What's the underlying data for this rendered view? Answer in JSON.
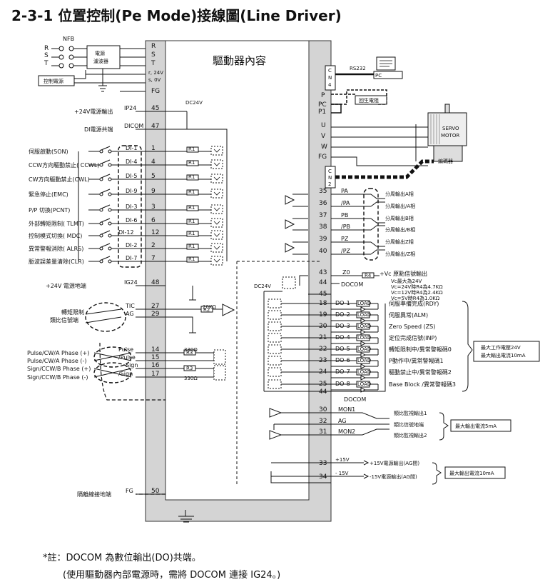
{
  "page_title": "2-3-1 位置控制(Pe Mode)接線圖(Line Driver)",
  "driver_label": "驅動器內容",
  "power": {
    "nfb": "NFB",
    "phases": [
      "R",
      "S",
      "T"
    ],
    "filter": [
      "電源",
      "濾波器"
    ],
    "control_power": "控制電源",
    "terminals": [
      "R",
      "S",
      "T",
      "r, 24V",
      "s, 0V",
      "FG"
    ]
  },
  "left_pins": [
    {
      "pin": "45",
      "signal": "IP24",
      "label": "+24V電源輸出"
    },
    {
      "pin": "47",
      "signal": "DICOM",
      "label": "DI電源共端"
    },
    {
      "pin": "1",
      "signal": "DI-1",
      "label": "伺服啟動(SON)"
    },
    {
      "pin": "4",
      "signal": "DI-4",
      "label": "CCW方向驅動禁止( CCWL)"
    },
    {
      "pin": "5",
      "signal": "DI-5",
      "label": "CW方向驅動禁止(CWL)"
    },
    {
      "pin": "9",
      "signal": "DI-9",
      "label": "緊急停止(EMC)"
    },
    {
      "pin": "3",
      "signal": "DI-3",
      "label": "P/P 切換(PCNT)"
    },
    {
      "pin": "6",
      "signal": "DI-6",
      "label": "外部轉矩限制( TLMT)"
    },
    {
      "pin": "12",
      "signal": "DI-12",
      "label": "控制模式切換( MDC)"
    },
    {
      "pin": "2",
      "signal": "DI-2",
      "label": "異常警報消除( ALRS)"
    },
    {
      "pin": "7",
      "signal": "DI-7",
      "label": "脈波誤差量清除(CLR)"
    },
    {
      "pin": "48",
      "signal": "IG24",
      "label": "+24V 電源地端"
    },
    {
      "pin": "27",
      "signal": "TIC",
      "label": ""
    },
    {
      "pin": "29",
      "signal": "AG",
      "label": ""
    },
    {
      "pin": "14",
      "signal": "Pulse",
      "label": "Pulse/CW/A Phase (+)"
    },
    {
      "pin": "15",
      "signal": "/Pulse",
      "label": "Pulse/CW/A Phase (-)"
    },
    {
      "pin": "16",
      "signal": "Sign",
      "label": "Sign/CCW/B Phase (+)"
    },
    {
      "pin": "17",
      "signal": "/Sign",
      "label": "Sign/CCW/B Phase (-)"
    },
    {
      "pin": "50",
      "signal": "FG",
      "label": "隔離線接地端"
    }
  ],
  "torque_cmd": [
    "轉矩限制",
    "類比信號端"
  ],
  "resistors": {
    "r1": "R1",
    "r2": "R2",
    "r3": "R3",
    "r4": "R4",
    "r2_value": "20KΩ",
    "r3_value": "330Ω",
    "dc24v": "DC24V",
    "load": "LOAD"
  },
  "right_top": {
    "cn4": [
      "C",
      "N",
      "4"
    ],
    "rs232": "RS232",
    "pc": "PC",
    "regen_pins": [
      "P",
      "PC",
      "P1"
    ],
    "regen": "回生電阻",
    "motor_pins": [
      "U",
      "V",
      "W",
      "FG"
    ],
    "motor": [
      "SERVO",
      "MOTOR"
    ],
    "encoder": "編碼器",
    "cn2": [
      "C",
      "N",
      "2"
    ]
  },
  "encoder_outputs": [
    {
      "pin": "35",
      "signal": "PA",
      "label": "分周輸出A相"
    },
    {
      "pin": "36",
      "signal": "/PA",
      "label": "分周輸出/A相"
    },
    {
      "pin": "37",
      "signal": "PB",
      "label": "分周輸出B相"
    },
    {
      "pin": "38",
      "signal": "/PB",
      "label": "分周輸出/B相"
    },
    {
      "pin": "39",
      "signal": "PZ",
      "label": "分周輸出Z相"
    },
    {
      "pin": "40",
      "signal": "/PZ",
      "label": "分周輸出/Z相"
    }
  ],
  "z0": {
    "pin43": "43",
    "pin44": "44",
    "pin45": "45",
    "signal": "Z0",
    "docom": "DOCOM",
    "label": "+Vc 原點信號輸出",
    "specs": [
      "Vc最大為24V",
      "Vc=24V時R4為4.7KΩ",
      "Vc=12V時R4為2.4KΩ",
      "Vc=5V時R4為1.0KΩ"
    ]
  },
  "digital_outputs": [
    {
      "pin": "18",
      "signal": "DO-1",
      "label": "伺服準備完成(RDY)"
    },
    {
      "pin": "19",
      "signal": "DO-2",
      "label": "伺服異常(ALM)"
    },
    {
      "pin": "20",
      "signal": "DO-3",
      "label": "Zero Speed (ZS)"
    },
    {
      "pin": "21",
      "signal": "DO-4",
      "label": "定位完成信號(INP)"
    },
    {
      "pin": "22",
      "signal": "DO-5",
      "label": "轉矩限制中/異常警報碼0"
    },
    {
      "pin": "23",
      "signal": "DO-6",
      "label": "P動作中/異常警報碼1"
    },
    {
      "pin": "24",
      "signal": "DO-7",
      "label": "驅動禁止中/異常警報碼2"
    },
    {
      "pin": "25",
      "signal": "DO-8",
      "label": "Base Block /異常警報碼3"
    }
  ],
  "do_common": {
    "pin": "44",
    "signal": "DOCOM"
  },
  "do_spec": [
    "最大工作電壓24V",
    "最大輸出電流10mA"
  ],
  "analog_monitor": [
    {
      "pin": "30",
      "signal": "MON1",
      "label": "類比監視輸出1"
    },
    {
      "pin": "32",
      "signal": "AG",
      "label": "類比信號地端"
    },
    {
      "pin": "31",
      "signal": "MON2",
      "label": "類比監視輸出2"
    }
  ],
  "monitor_spec": "最大輸出電流5mA",
  "power_out": [
    {
      "pin": "33",
      "signal": "+15V",
      "label": "+15V電源輸出(AG間)"
    },
    {
      "pin": "34",
      "signal": "- 15V",
      "label": "-15V電源輸出(AG間)"
    }
  ],
  "power_out_spec": "最大輸出電流10mA",
  "notes": [
    "*註：DOCOM 為數位輸出(DO)共端。",
    "(使用驅動器內部電源時，需將 DOCOM 連接 IG24。)"
  ]
}
